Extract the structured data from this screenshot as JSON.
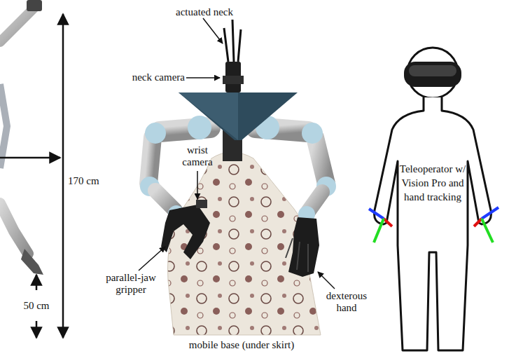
{
  "diagram": {
    "nodes": [
      {
        "text": [
          "Teleoperator w/ Vision Pro and hand tracking"
        ]
      }
    ],
    "labels": [
      "actuated neck",
      "neck camera",
      "wrist camera",
      "170 cm",
      "parallel-jaw gripper",
      "dexterous hand",
      "50 cm",
      "mobile base (under skirt)"
    ]
  }
}
